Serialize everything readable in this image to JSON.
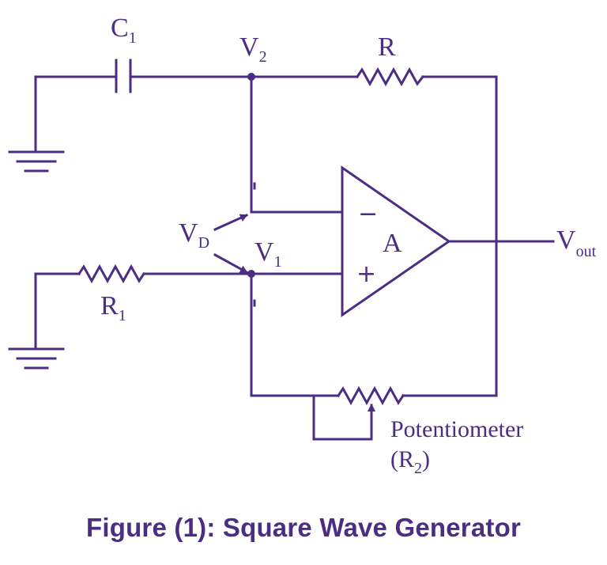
{
  "colors": {
    "ink": "#4b2e83",
    "background": "#ffffff"
  },
  "labels": {
    "capacitor_main": "C",
    "capacitor_sub": "1",
    "node_v2_main": "V",
    "node_v2_sub": "2",
    "resistor_r": "R",
    "vd_main": "V",
    "vd_sub": "D",
    "node_v1_main": "V",
    "node_v1_sub": "1",
    "r1_main": "R",
    "r1_sub": "1",
    "opamp": "A",
    "minus": "−",
    "plus": "+",
    "vout_main": "V",
    "vout_sub": "out",
    "potentiometer": "Potentiometer",
    "r2_open": "(R",
    "r2_sub": "2",
    "r2_close": ")"
  },
  "caption": "Figure (1): Square Wave Generator"
}
